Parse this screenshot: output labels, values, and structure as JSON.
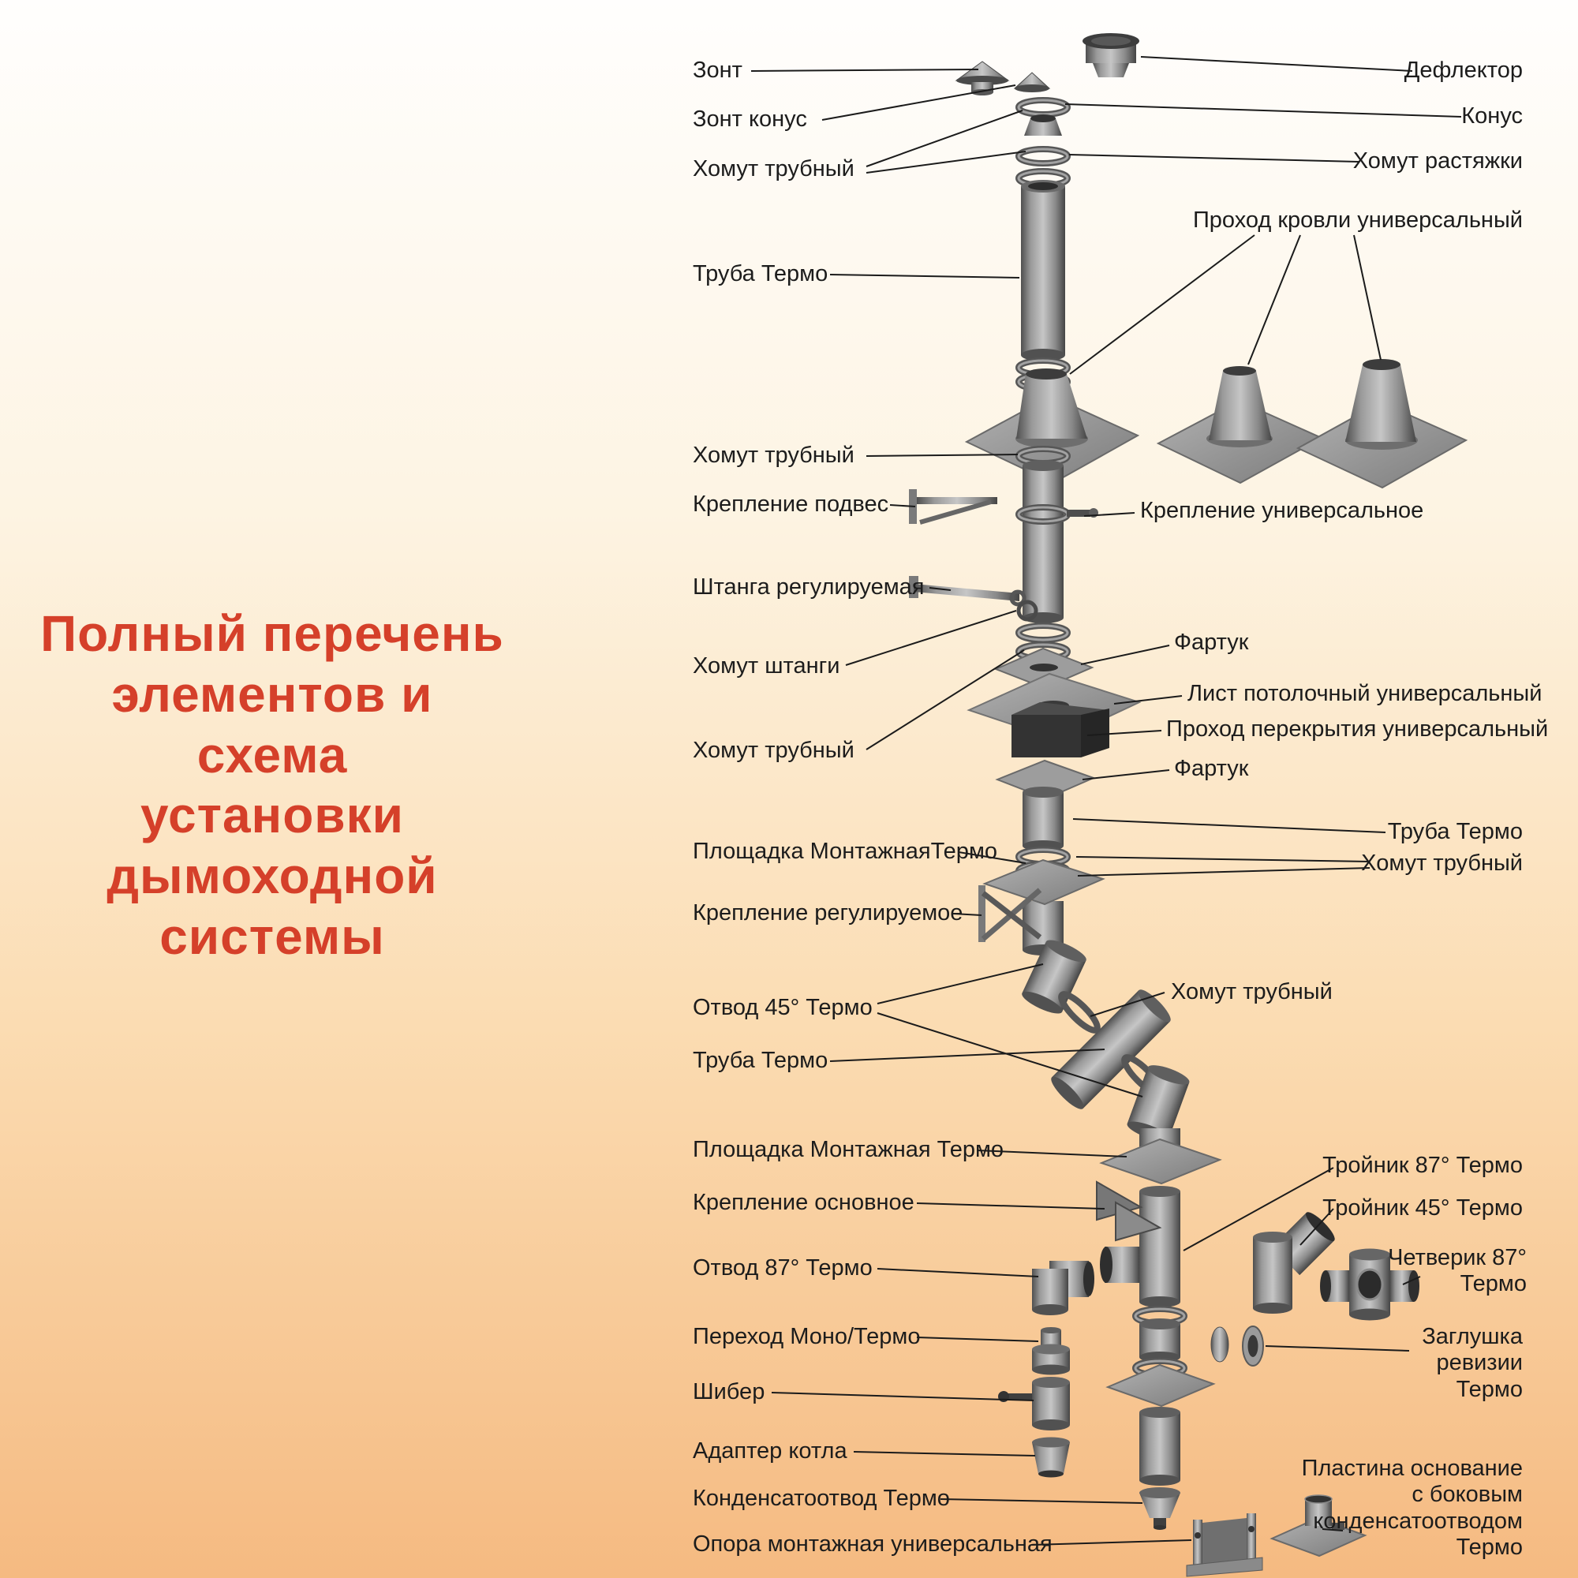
{
  "title": {
    "lines": [
      "Полный перечень",
      "элементов и схема",
      "установки",
      "дымоходной",
      "системы"
    ]
  },
  "labels_left": [
    "Зонт",
    "Зонт конус",
    "Хомут трубный",
    "Труба Термо",
    "Хомут трубный",
    "Крепление подвес",
    "Штанга регулируемая",
    "Хомут штанги",
    "Хомут трубный",
    "Площадка МонтажнаяТермо",
    "Крепление регулируемое",
    "Отвод 45° Термо",
    "Труба Термо",
    "Площадка Монтажная Термо",
    "Крепление основное",
    "Отвод 87° Термо",
    "Переход Моно/Термо",
    "Шибер",
    "Адаптер котла",
    "Конденсатоотвод Термо",
    "Опора монтажная универсальная"
  ],
  "labels_right": [
    "Дефлектор",
    "Конус",
    "Хомут растяжки",
    "Проход кровли универсальный",
    "Крепление универсальное",
    "Фартук",
    "Лист потолочный универсальный",
    "Проход перекрытия универсальный",
    "Фартук",
    "Труба Термо",
    "Хомут трубный",
    "Хомут трубный",
    "Тройник 87° Термо",
    "Тройник 45° Термо",
    "Четверик 87° Термо",
    "Заглушка ревизии Термо",
    "Пластина основание с боковым конденсатоотводом Термо"
  ],
  "colors": {
    "title_red": "#d5402a",
    "label_text": "#1c1c1c",
    "leader_line": "#1b1b1b",
    "bg_top": "#fffefd",
    "bg_bottom": "#f5ba81",
    "metal_light": "#c6c6c6",
    "metal_dark": "#454545"
  }
}
